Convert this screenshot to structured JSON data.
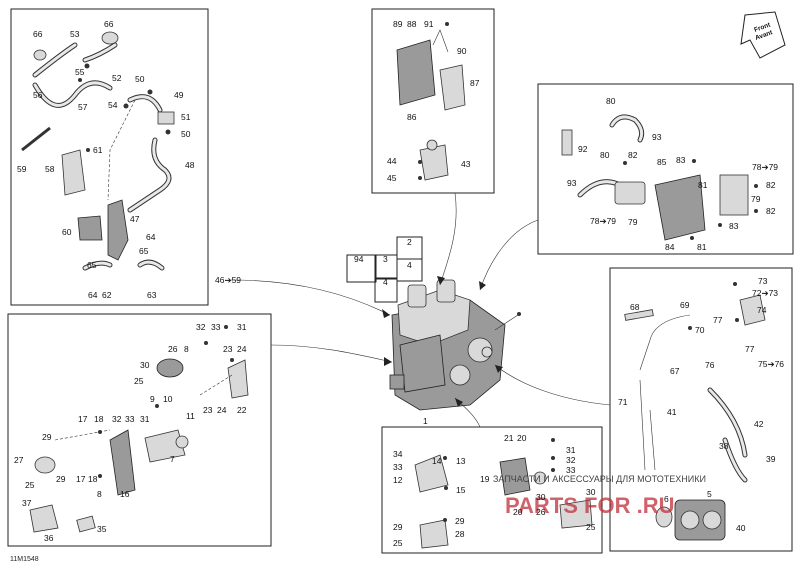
{
  "figure_code": "11M1548",
  "front_arrow": {
    "line1": "Front",
    "line2": "Avant"
  },
  "watermark": {
    "main": "PARTS FOR .RU",
    "sub": "ЗАПЧАСТИ И АКСЕССУАРЫ ДЛЯ МОТОТЕХНИКИ"
  },
  "references": {
    "left_top_range": "46➔59",
    "right_78_79": "78➔79",
    "right_72_73": "72➔73",
    "right_75_76": "75➔76"
  },
  "callouts": {
    "n1": "1",
    "n2": "2",
    "n3": "3",
    "n4a": "4",
    "n4b": "4",
    "n5": "5",
    "n6": "6",
    "n7": "7",
    "n8": "8",
    "n9": "9",
    "n10": "10",
    "n11": "11",
    "n12": "12",
    "n13": "13",
    "n14": "14",
    "n15": "15",
    "n16": "16",
    "n17": "17",
    "n18a": "18",
    "n18b": "18",
    "n19": "19",
    "n20a": "20",
    "n20b": "20",
    "n21": "21",
    "n22": "22",
    "n23a": "23",
    "n23b": "23",
    "n24a": "24",
    "n24b": "24",
    "n25a": "25",
    "n25b": "25",
    "n25c": "25",
    "n25d": "25",
    "n26a": "26",
    "n26b": "26",
    "n27": "27",
    "n28": "28",
    "n29a": "29",
    "n29b": "29",
    "n29c": "29",
    "n29d": "29",
    "n30a": "30",
    "n30b": "30",
    "n30c": "30",
    "n31a": "31",
    "n31b": "31",
    "n32a": "32",
    "n32b": "32",
    "n33a": "33",
    "n33b": "33",
    "n33c": "33",
    "n34": "34",
    "n35": "35",
    "n36": "36",
    "n37": "37",
    "n38": "38",
    "n39": "39",
    "n40": "40",
    "n41": "41",
    "n42": "42",
    "n43": "43",
    "n44": "44",
    "n45": "45",
    "n47": "47",
    "n48": "48",
    "n49": "49",
    "n50a": "50",
    "n50b": "50",
    "n51": "51",
    "n52": "52",
    "n53": "53",
    "n54": "54",
    "n55": "55",
    "n56": "56",
    "n57": "57",
    "n58": "58",
    "n59": "59",
    "n60": "60",
    "n61": "61",
    "n62": "62",
    "n63": "63",
    "n64a": "64",
    "n64b": "64",
    "n65": "65",
    "n66a": "66",
    "n66b": "66",
    "n67": "67",
    "n68": "68",
    "n69": "69",
    "n70": "70",
    "n71": "71",
    "n73": "73",
    "n74": "74",
    "n76": "76",
    "n77a": "77",
    "n77b": "77",
    "n80a": "80",
    "n80b": "80",
    "n81a": "81",
    "n81b": "81",
    "n82a": "82",
    "n82b": "82",
    "n82c": "82",
    "n83a": "83",
    "n83b": "83",
    "n84": "84",
    "n85": "85",
    "n86": "86",
    "n87": "87",
    "n88": "88",
    "n89": "89",
    "n90": "90",
    "n91": "91",
    "n92": "92",
    "n93a": "93",
    "n93b": "93",
    "n94": "94",
    "n79": "79"
  }
}
